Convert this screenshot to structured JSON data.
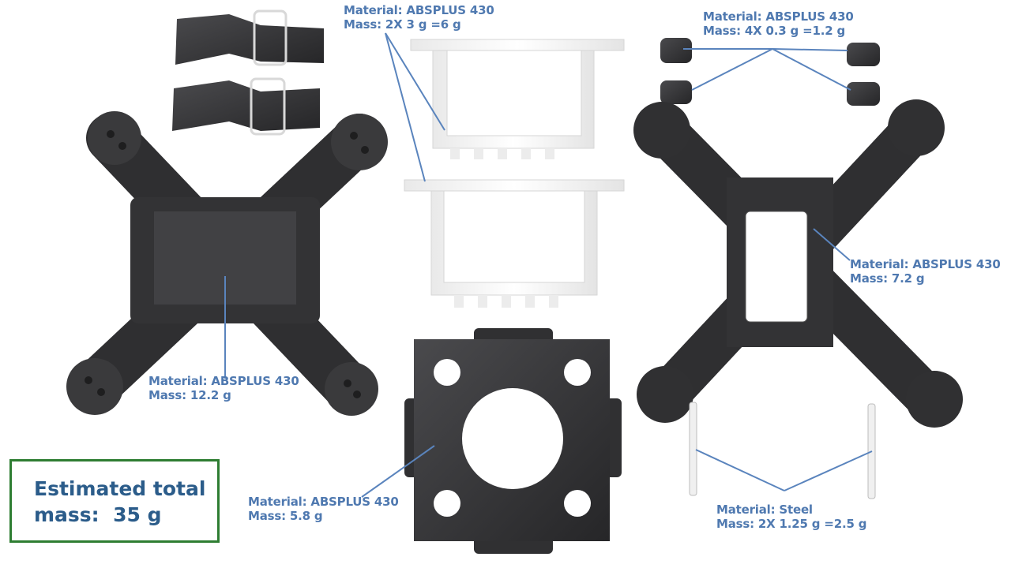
{
  "labels": {
    "frame_bottom": {
      "material": "Material: ABSPLUS 430",
      "mass": "Mass: 12.2 g"
    },
    "brackets": {
      "material": "Material: ABSPLUS 430",
      "mass": "Mass: 2X 3 g =6 g"
    },
    "spacers": {
      "material": "Material: ABSPLUS 430",
      "mass": "Mass: 4X 0.3 g =1.2 g"
    },
    "frame_top": {
      "material": "Material: ABSPLUS 430",
      "mass": "Mass: 7.2 g"
    },
    "plate": {
      "material": "Material: ABSPLUS 430",
      "mass": "Mass: 5.8 g"
    },
    "rods": {
      "material": "Material: Steel",
      "mass": "Mass: 2X 1.25 g =2.5 g"
    }
  },
  "total": {
    "text": "Estimated total\nmass:  35 g"
  },
  "colors": {
    "label": "#4f79b0",
    "leader": "#5a84bd",
    "part_dark": "#2f2f31",
    "part_light": "#f4f4f4",
    "box_border": "#2e7d32",
    "total_text": "#2b5c8a"
  }
}
